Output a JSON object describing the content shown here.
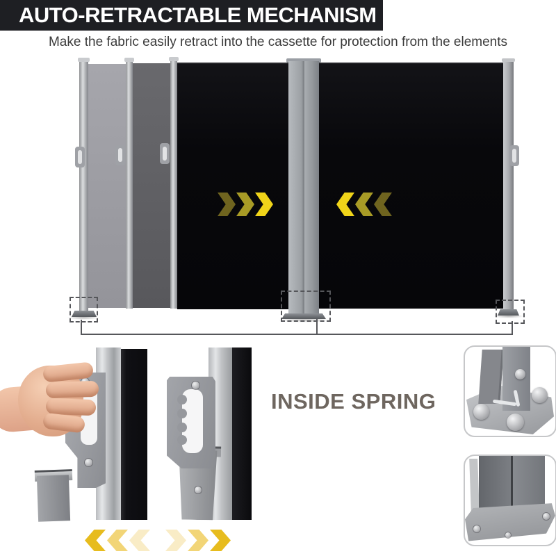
{
  "header": {
    "title": "AUTO-RETRACTABLE MECHANISM",
    "subtitle": "Make the fabric easily retract into the cassette for protection from the elements"
  },
  "labels": {
    "inside_spring": "INSIDE SPRING"
  },
  "colors": {
    "banner_bg": "#1e1f23",
    "banner_text": "#ffffff",
    "subtitle_text": "#3b3b3b",
    "inside_spring_text": "#6e665f",
    "callout_line": "#56575b",
    "fabric_black": "#0a0a0d",
    "arrow_bright": "#f0d419",
    "arrow_mid": "#a89b26",
    "arrow_dim": "#6f641f",
    "chevron_bright": "#e7bc1e",
    "chevron_mid": "#f2d577",
    "chevron_pale": "#f9ecc6"
  },
  "arrows": {
    "main_left": {
      "direction": "right",
      "colors": [
        "#6f641f",
        "#a89b26",
        "#f0d419"
      ]
    },
    "main_right": {
      "direction": "left",
      "colors": [
        "#f0d419",
        "#a89b26",
        "#6f641f"
      ]
    },
    "bottom_left": {
      "direction": "left",
      "colors": [
        "#e7bc1e",
        "#f2d577",
        "#f9ecc6"
      ]
    },
    "bottom_right": {
      "direction": "right",
      "colors": [
        "#f9ecc6",
        "#f2d577",
        "#e7bc1e"
      ]
    }
  }
}
